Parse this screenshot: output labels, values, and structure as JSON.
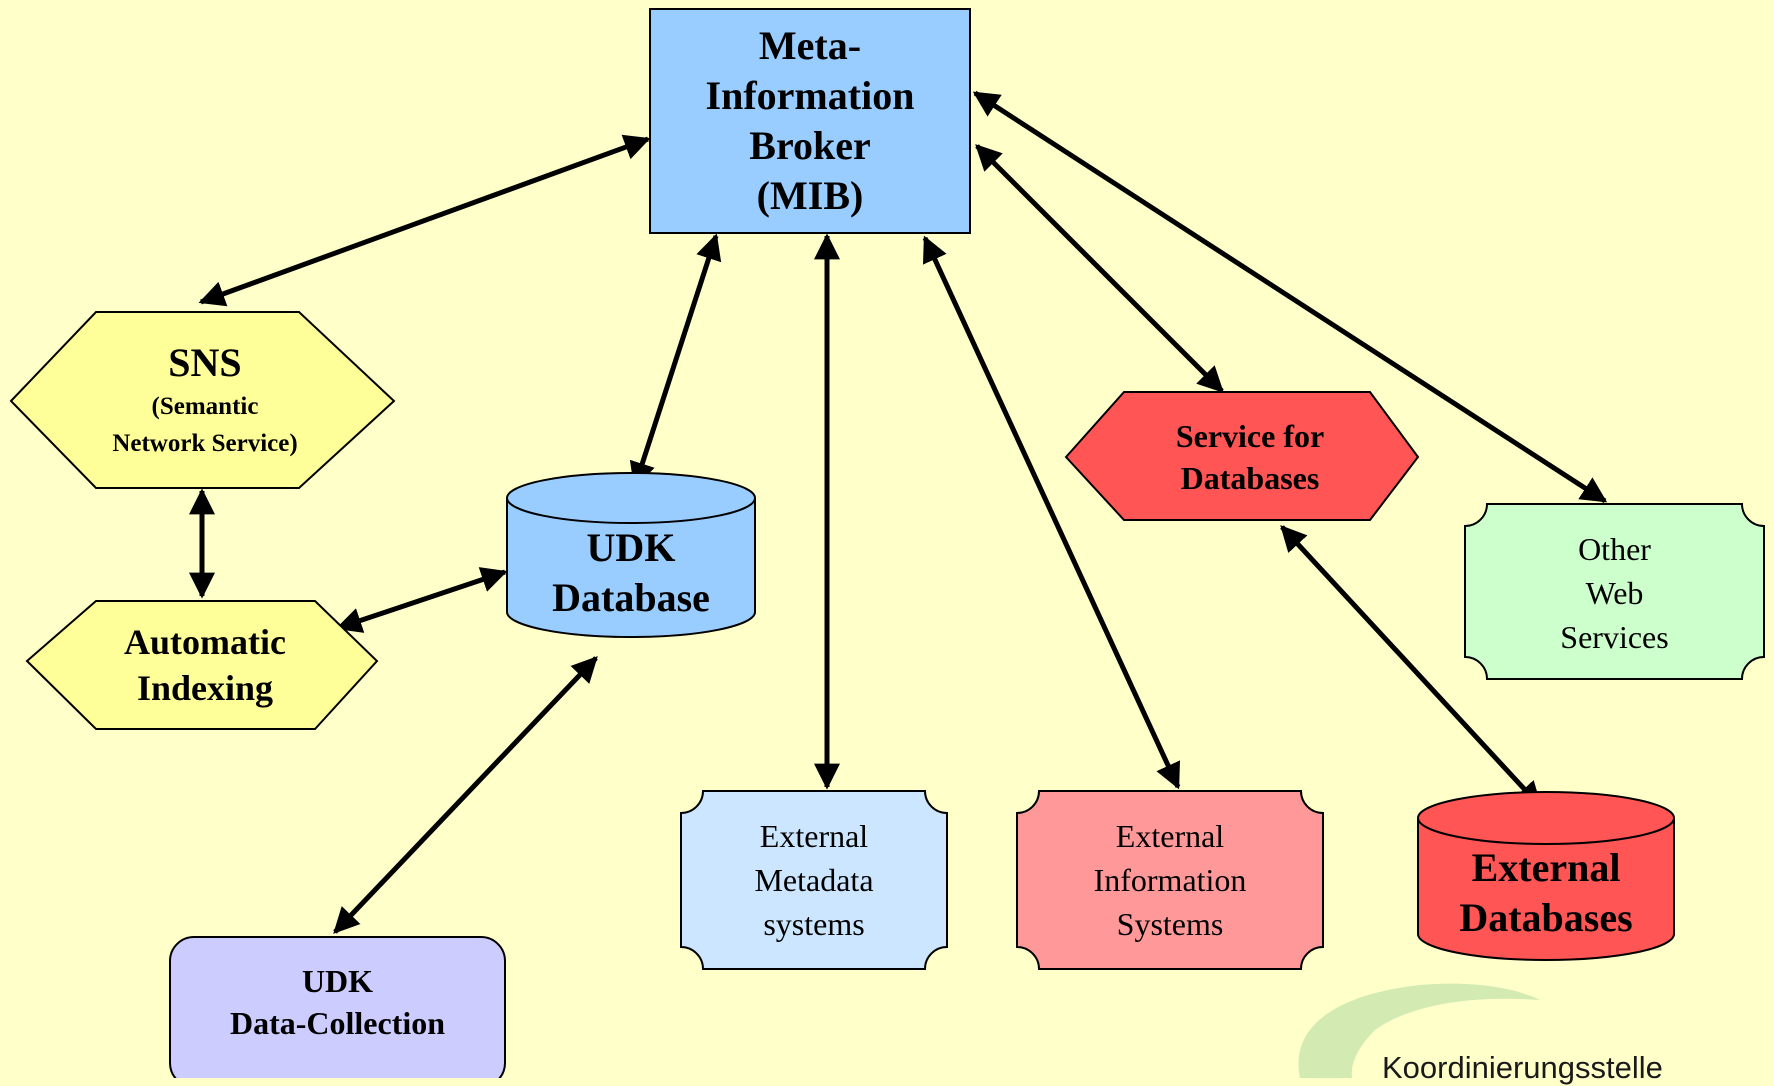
{
  "nodes": {
    "mib": {
      "lines": [
        "Meta-",
        "Information",
        "Broker",
        "(MIB)"
      ],
      "color": "#99ccff"
    },
    "sns": {
      "title": "SNS",
      "subtitle_lines": [
        "(Semantic",
        "Network Service)"
      ],
      "color": "#ffff99"
    },
    "auto_indexing": {
      "lines": [
        "Automatic",
        "Indexing"
      ],
      "color": "#ffff99"
    },
    "udk_database": {
      "lines": [
        "UDK",
        "Database"
      ],
      "color": "#99ccff"
    },
    "udk_data_collection": {
      "lines": [
        "UDK",
        "Data-Collection"
      ],
      "color": "#ccccff"
    },
    "external_metadata": {
      "lines": [
        "External",
        "Metadata",
        "systems"
      ],
      "color": "#cce6ff"
    },
    "external_info_systems": {
      "lines": [
        "External",
        "Information",
        "Systems"
      ],
      "color": "#ff9999"
    },
    "service_for_databases": {
      "lines": [
        "Service for",
        "Databases"
      ],
      "color": "#ff5555"
    },
    "external_databases": {
      "lines": [
        "External",
        "Databases"
      ],
      "color": "#ff5555"
    },
    "other_web_services": {
      "lines": [
        "Other",
        "Web",
        "Services"
      ],
      "color": "#ccffcc"
    }
  },
  "edges": [
    {
      "from": "mib",
      "to": "sns",
      "bidirectional": true
    },
    {
      "from": "mib",
      "to": "udk_database",
      "bidirectional": true
    },
    {
      "from": "mib",
      "to": "external_metadata",
      "bidirectional": true
    },
    {
      "from": "mib",
      "to": "external_info_systems",
      "bidirectional": true
    },
    {
      "from": "mib",
      "to": "service_for_databases",
      "bidirectional": true
    },
    {
      "from": "mib",
      "to": "other_web_services",
      "bidirectional": true
    },
    {
      "from": "sns",
      "to": "auto_indexing",
      "bidirectional": true
    },
    {
      "from": "auto_indexing",
      "to": "udk_database",
      "bidirectional": true
    },
    {
      "from": "udk_database",
      "to": "udk_data_collection",
      "bidirectional": true
    },
    {
      "from": "service_for_databases",
      "to": "external_databases",
      "bidirectional": true
    }
  ],
  "logo": {
    "text": "Koordinierungsstelle",
    "color": "#cfe8b0"
  },
  "colors": {
    "background": "#ffffc9",
    "stroke": "#000000"
  }
}
